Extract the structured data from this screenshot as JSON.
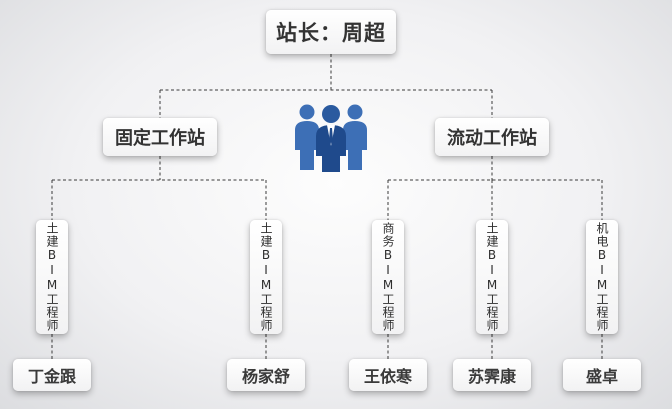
{
  "root": {
    "label": "站长：周超"
  },
  "branches": [
    {
      "label": "固定工作站"
    },
    {
      "label": "流动工作站"
    }
  ],
  "roles": [
    {
      "label": "土建BIM工程师"
    },
    {
      "label": "土建BIM工程师"
    },
    {
      "label": "商务BIM工程师"
    },
    {
      "label": "土建BIM工程师"
    },
    {
      "label": "机电BIM工程师"
    }
  ],
  "names": [
    {
      "label": "丁金跟"
    },
    {
      "label": "杨家舒"
    },
    {
      "label": "王依寒"
    },
    {
      "label": "苏霁康"
    },
    {
      "label": "盛卓"
    }
  ],
  "colors": {
    "people_blue": "#3d6fb6",
    "people_dark": "#1f4a8c",
    "connector": "#3a3a3a",
    "text": "#333333"
  },
  "icons": {
    "team": "business-people-icon"
  }
}
